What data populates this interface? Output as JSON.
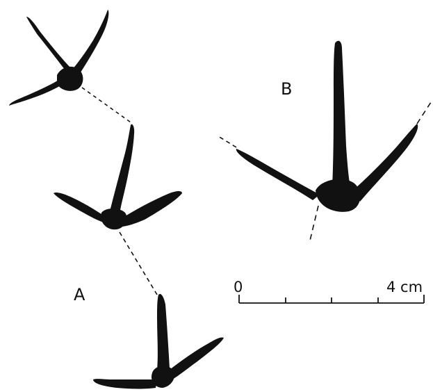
{
  "labels": {
    "track_a": "A",
    "track_b": "B"
  },
  "scale_bar": {
    "start_label": "0",
    "end_label": "4 cm"
  },
  "colors": {
    "ink": "#111111",
    "background": "#ffffff"
  }
}
